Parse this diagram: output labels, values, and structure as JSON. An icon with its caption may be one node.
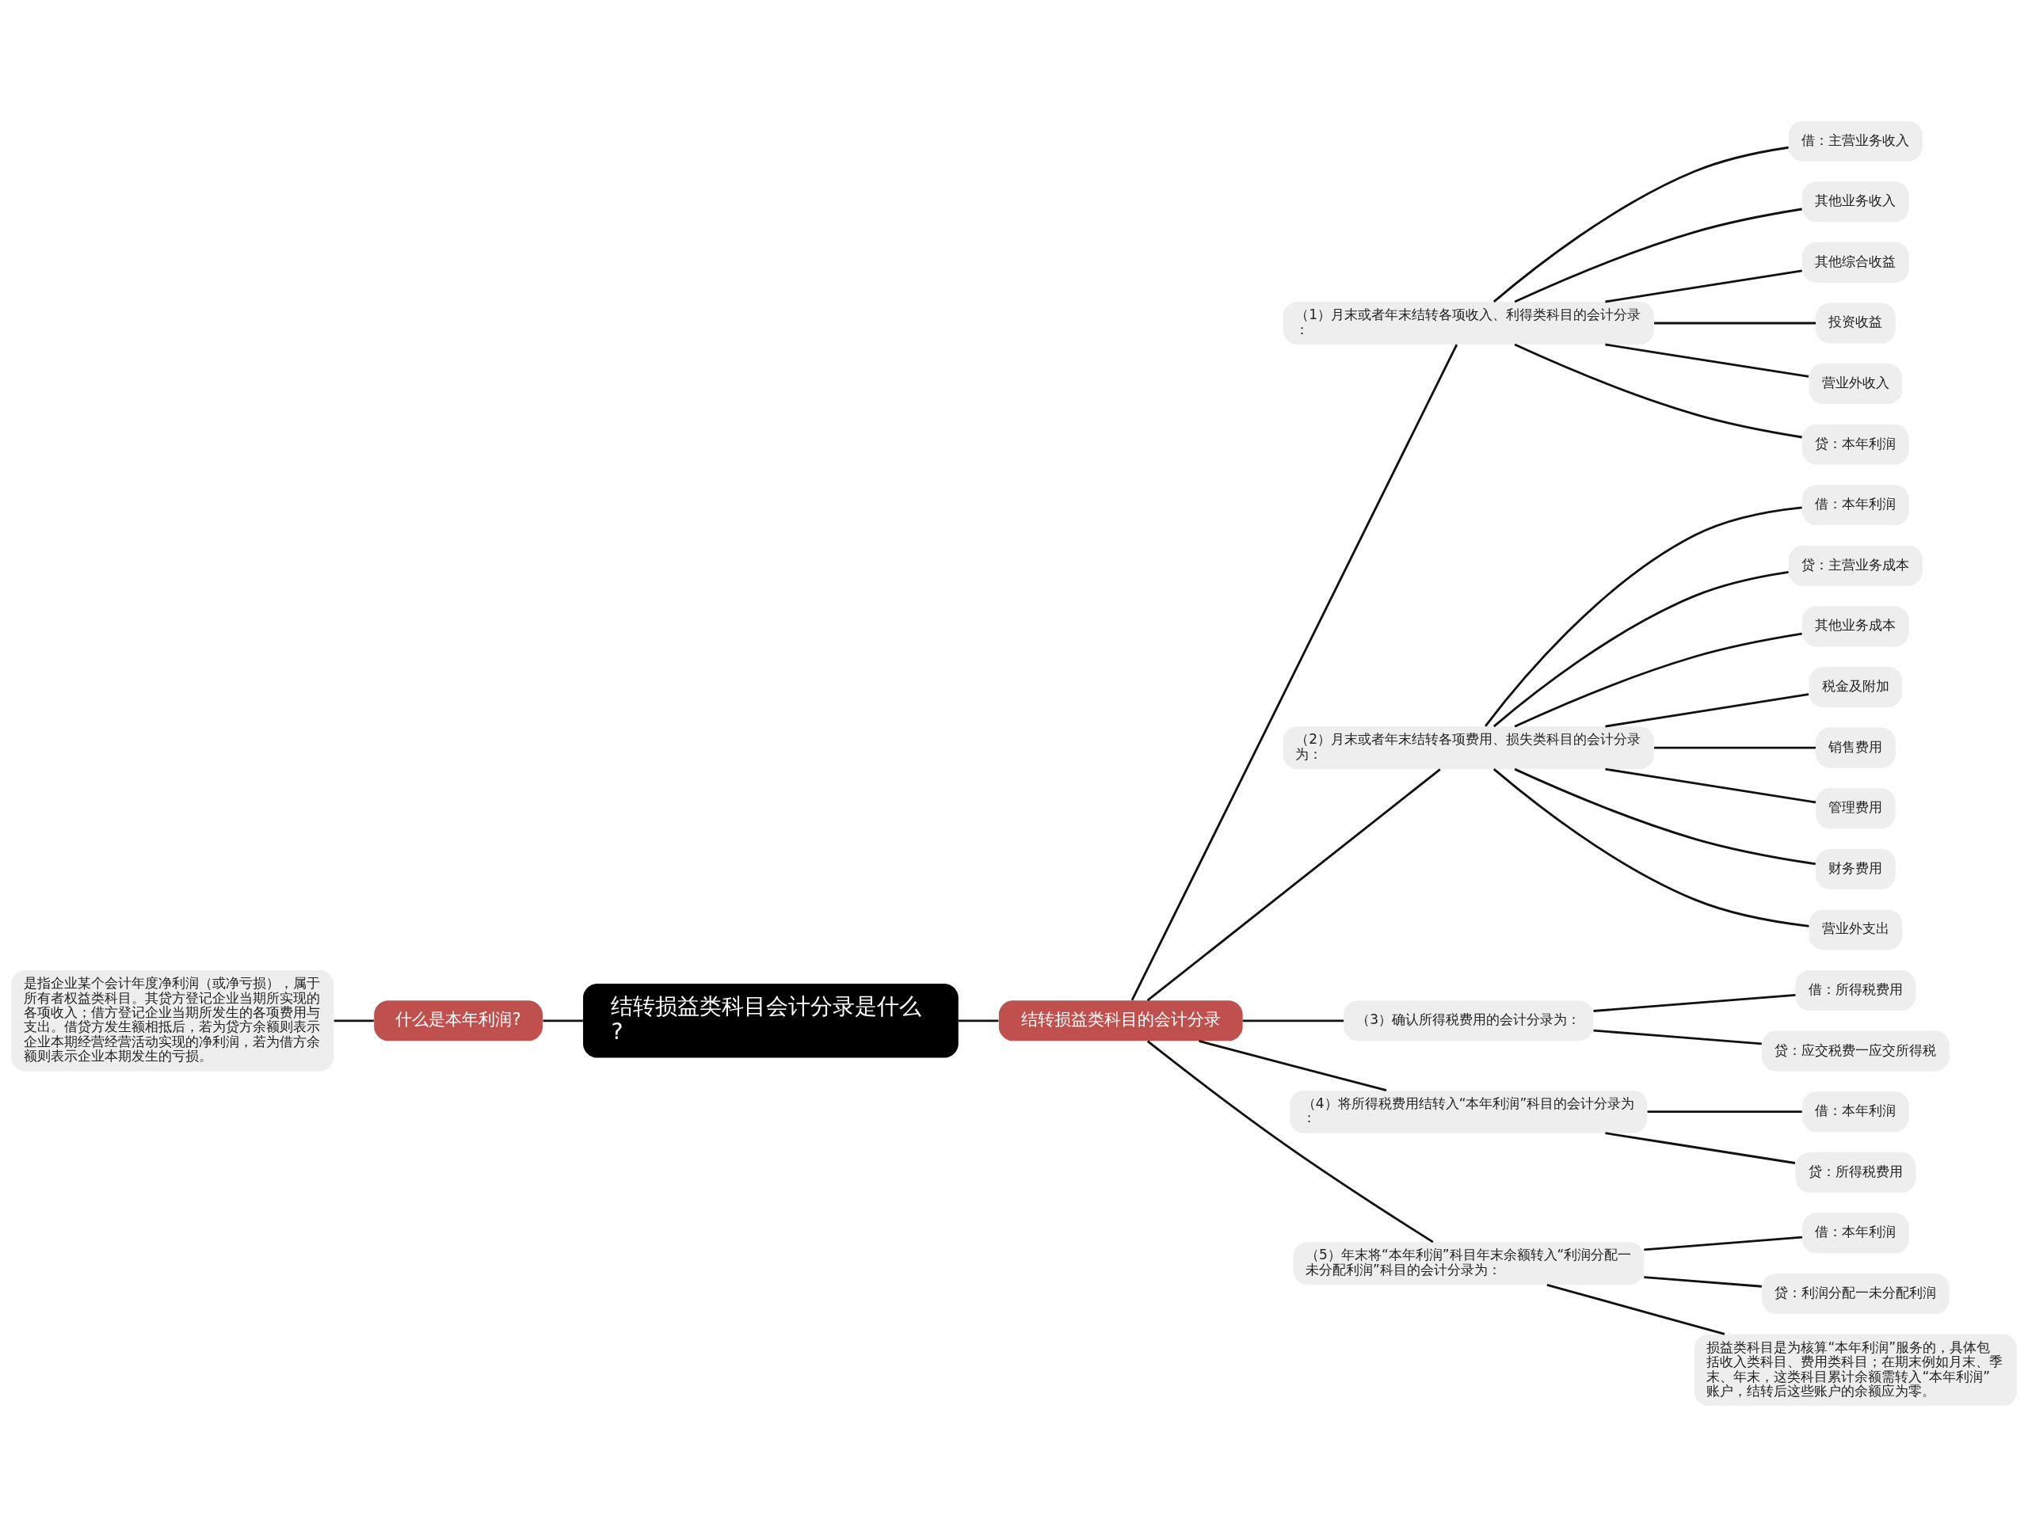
{
  "diagram": {
    "nodes": [
      {
        "text": [
          "结转损益类科目会计分录是什么?"
        ]
      },
      {
        "text": [
          "什么是本年利润?"
        ]
      },
      {
        "text": [
          "是指企业某个会计年度净利润（或净亏损），属于所有者权益类科目。其贷方登记企业当期所实现的各项收入；借方登记企业当期所发生的各项费用与支出。借贷方发生额相抵后，若为贷方余额则表示企业本期经营经营活动实现的净利润，若为借方余额则表示企业本期发生的亏损。"
        ]
      },
      {
        "text": [
          "结转损益类科目的会计分录"
        ]
      },
      {
        "text": [
          "（1）月末或者年末结转各项收入、利得类科目的会计分录："
        ]
      },
      {
        "text": [
          "借：主营业务收入"
        ]
      },
      {
        "text": [
          "其他业务收入"
        ]
      },
      {
        "text": [
          "其他综合收益"
        ]
      },
      {
        "text": [
          "投资收益"
        ]
      },
      {
        "text": [
          "营业外收入"
        ]
      },
      {
        "text": [
          "贷：本年利润"
        ]
      },
      {
        "text": [
          "（2）月末或者年末结转各项费用、损失类科目的会计分录为："
        ]
      },
      {
        "text": [
          "借：本年利润"
        ]
      },
      {
        "text": [
          "贷：主营业务成本"
        ]
      },
      {
        "text": [
          "其他业务成本"
        ]
      },
      {
        "text": [
          "税金及附加"
        ]
      },
      {
        "text": [
          "销售费用"
        ]
      },
      {
        "text": [
          "管理费用"
        ]
      },
      {
        "text": [
          "财务费用"
        ]
      },
      {
        "text": [
          "营业外支出"
        ]
      },
      {
        "text": [
          "（3）确认所得税费用的会计分录为："
        ]
      },
      {
        "text": [
          "借：所得税费用"
        ]
      },
      {
        "text": [
          "贷：应交税费一应交所得税"
        ]
      },
      {
        "text": [
          "（4）将所得税费用结转入“本年利润”科目的会计分录为："
        ]
      },
      {
        "text": [
          "借：本年利润"
        ]
      },
      {
        "text": [
          "贷：所得税费用"
        ]
      },
      {
        "text": [
          "（5）年末将“本年利润”科目年末余额转入“利润分配一未分配利润”科目的会计分录为："
        ]
      },
      {
        "text": [
          "借：本年利润"
        ]
      },
      {
        "text": [
          "贷：利润分配一未分配利润"
        ]
      },
      {
        "text": [
          "损益类科目是为核算“本年利润”服务的，具体包括收入类科目、费用类科目；在期末例如月末、季末、年末，这类科目累计余额需转入“本年利润”账户，结转后这些账户的余额应为零。"
        ]
      }
    ],
    "edges": [
      {
        "from": 0,
        "to": 1,
        "arrow": "none"
      },
      {
        "from": 1,
        "to": 2,
        "arrow": "none"
      },
      {
        "from": 0,
        "to": 3,
        "arrow": "none"
      },
      {
        "from": 3,
        "to": 4,
        "arrow": "none"
      },
      {
        "from": 4,
        "to": 5,
        "arrow": "none"
      },
      {
        "from": 4,
        "to": 6,
        "arrow": "none"
      },
      {
        "from": 4,
        "to": 7,
        "arrow": "none"
      },
      {
        "from": 4,
        "to": 8,
        "arrow": "none"
      },
      {
        "from": 4,
        "to": 9,
        "arrow": "none"
      },
      {
        "from": 4,
        "to": 10,
        "arrow": "none"
      },
      {
        "from": 3,
        "to": 11,
        "arrow": "none"
      },
      {
        "from": 11,
        "to": 12,
        "arrow": "none"
      },
      {
        "from": 11,
        "to": 13,
        "arrow": "none"
      },
      {
        "from": 11,
        "to": 14,
        "arrow": "none"
      },
      {
        "from": 11,
        "to": 15,
        "arrow": "none"
      },
      {
        "from": 11,
        "to": 16,
        "arrow": "none"
      },
      {
        "from": 11,
        "to": 17,
        "arrow": "none"
      },
      {
        "from": 11,
        "to": 18,
        "arrow": "none"
      },
      {
        "from": 11,
        "to": 19,
        "arrow": "none"
      },
      {
        "from": 3,
        "to": 20,
        "arrow": "none"
      },
      {
        "from": 20,
        "to": 21,
        "arrow": "none"
      },
      {
        "from": 20,
        "to": 22,
        "arrow": "none"
      },
      {
        "from": 3,
        "to": 23,
        "arrow": "none"
      },
      {
        "from": 23,
        "to": 24,
        "arrow": "none"
      },
      {
        "from": 23,
        "to": 25,
        "arrow": "none"
      },
      {
        "from": 3,
        "to": 26,
        "arrow": "none"
      },
      {
        "from": 26,
        "to": 27,
        "arrow": "none"
      },
      {
        "from": 26,
        "to": 28,
        "arrow": "none"
      },
      {
        "from": 26,
        "to": 29,
        "arrow": "none"
      }
    ]
  }
}
